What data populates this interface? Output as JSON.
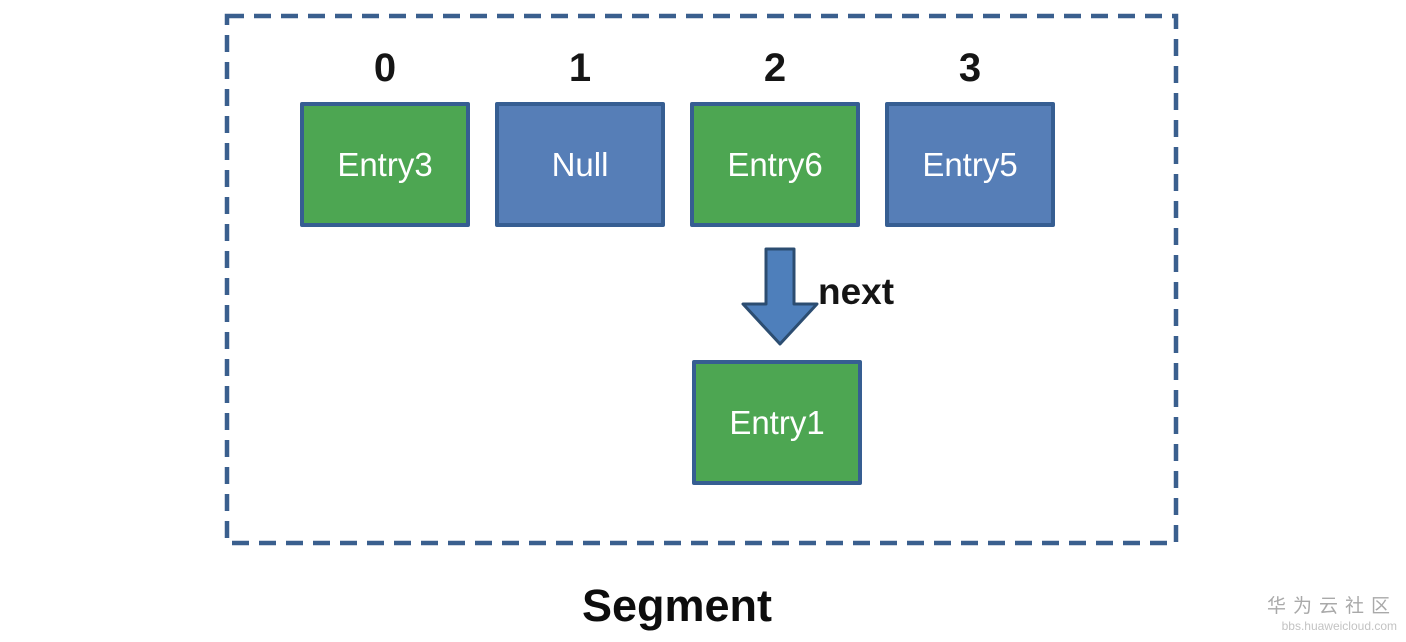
{
  "diagram": {
    "title": "Segment",
    "slots": [
      {
        "index": "0",
        "label": "Entry3",
        "color": "#4DA652"
      },
      {
        "index": "1",
        "label": "Null",
        "color": "#567EB7"
      },
      {
        "index": "2",
        "label": "Entry6",
        "color": "#4DA652"
      },
      {
        "index": "3",
        "label": "Entry5",
        "color": "#567EB7"
      }
    ],
    "arrow": {
      "label": "next"
    },
    "chained_node": {
      "label": "Entry1",
      "color": "#4DA652"
    },
    "colors": {
      "node_green": "#4DA652",
      "node_blue": "#567EB7",
      "node_border": "#365E92",
      "dashed_border": "#3A5F8E",
      "arrow_fill": "#4E7FBB",
      "arrow_stroke": "#2C4D71"
    }
  },
  "watermark": {
    "line1": "华为云社区",
    "line2": "bbs.huaweicloud.com"
  }
}
